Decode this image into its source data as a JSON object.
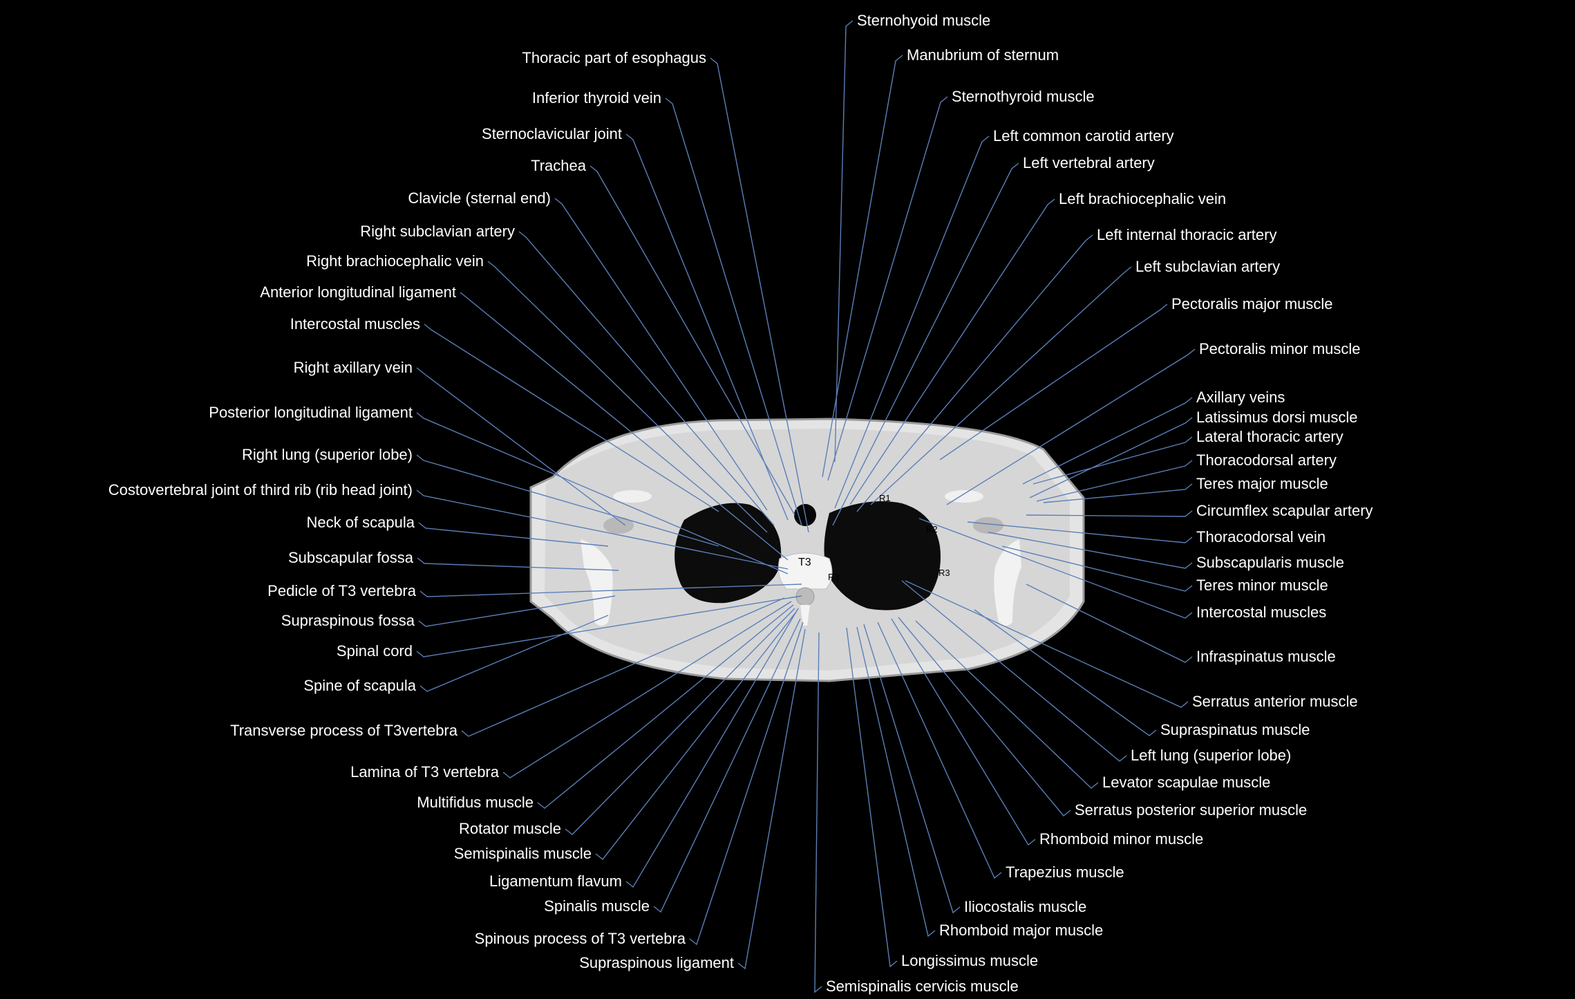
{
  "vertebra_marker": "T3",
  "rib_markers": [
    "R1",
    "R2",
    "R3",
    "R3"
  ],
  "colors": {
    "background": "#000000",
    "leader_line": "#5b7fb8",
    "label_text": "#ffffff"
  },
  "labels": [
    {
      "text": "Sternohyoid muscle",
      "side": "top"
    },
    {
      "text": "Manubrium of sternum",
      "side": "top"
    },
    {
      "text": "Thoracic part of esophagus",
      "side": "left"
    },
    {
      "text": "Inferior thyroid vein",
      "side": "left"
    },
    {
      "text": "Sternoclavicular joint",
      "side": "left"
    },
    {
      "text": "Trachea",
      "side": "left"
    },
    {
      "text": "Clavicle (sternal end)",
      "side": "left"
    },
    {
      "text": "Right subclavian artery",
      "side": "left"
    },
    {
      "text": "Right brachiocephalic vein",
      "side": "left"
    },
    {
      "text": "Anterior longitudinal ligament",
      "side": "left"
    },
    {
      "text": "Intercostal muscles",
      "side": "left"
    },
    {
      "text": "Right axillary vein",
      "side": "left"
    },
    {
      "text": "Posterior longitudinal ligament",
      "side": "left"
    },
    {
      "text": "Right lung (superior lobe)",
      "side": "left"
    },
    {
      "text": "Costovertebral joint of third rib (rib head joint)",
      "side": "left"
    },
    {
      "text": "Neck of scapula",
      "side": "left"
    },
    {
      "text": "Subscapular fossa",
      "side": "left"
    },
    {
      "text": "Pedicle of T3 vertebra",
      "side": "left"
    },
    {
      "text": "Supraspinous fossa",
      "side": "left"
    },
    {
      "text": "Spinal cord",
      "side": "left"
    },
    {
      "text": "Spine of scapula",
      "side": "left"
    },
    {
      "text": "Transverse process of T3vertebra",
      "side": "left"
    },
    {
      "text": "Lamina of T3 vertebra",
      "side": "left"
    },
    {
      "text": "Multifidus muscle",
      "side": "left"
    },
    {
      "text": "Rotator muscle",
      "side": "left"
    },
    {
      "text": "Semispinalis muscle",
      "side": "left"
    },
    {
      "text": "Ligamentum flavum",
      "side": "left"
    },
    {
      "text": "Spinalis muscle",
      "side": "left"
    },
    {
      "text": "Spinous process of T3 vertebra",
      "side": "left"
    },
    {
      "text": "Supraspinous ligament",
      "side": "left"
    },
    {
      "text": "Sternothyroid muscle",
      "side": "right"
    },
    {
      "text": "Left common carotid artery",
      "side": "right"
    },
    {
      "text": "Left vertebral artery",
      "side": "right"
    },
    {
      "text": "Left brachiocephalic vein",
      "side": "right"
    },
    {
      "text": "Left internal thoracic artery",
      "side": "right"
    },
    {
      "text": "Left subclavian artery",
      "side": "right"
    },
    {
      "text": "Pectoralis major muscle",
      "side": "right"
    },
    {
      "text": "Pectoralis minor muscle",
      "side": "right"
    },
    {
      "text": "Axillary veins",
      "side": "right"
    },
    {
      "text": "Latissimus dorsi muscle",
      "side": "right"
    },
    {
      "text": "Lateral thoracic artery",
      "side": "right"
    },
    {
      "text": "Thoracodorsal artery",
      "side": "right"
    },
    {
      "text": "Teres major muscle",
      "side": "right"
    },
    {
      "text": "Circumflex scapular artery",
      "side": "right"
    },
    {
      "text": "Thoracodorsal vein",
      "side": "right"
    },
    {
      "text": "Subscapularis muscle",
      "side": "right"
    },
    {
      "text": "Teres minor muscle",
      "side": "right"
    },
    {
      "text": "Intercostal muscles",
      "side": "right"
    },
    {
      "text": "Infraspinatus muscle",
      "side": "right"
    },
    {
      "text": "Serratus anterior muscle",
      "side": "right"
    },
    {
      "text": "Supraspinatus muscle",
      "side": "right"
    },
    {
      "text": "Left lung (superior lobe)",
      "side": "right"
    },
    {
      "text": "Levator scapulae muscle",
      "side": "right"
    },
    {
      "text": "Serratus posterior superior muscle",
      "side": "right"
    },
    {
      "text": "Rhomboid minor muscle",
      "side": "right"
    },
    {
      "text": "Trapezius muscle",
      "side": "right"
    },
    {
      "text": "Iliocostalis muscle",
      "side": "right"
    },
    {
      "text": "Rhomboid major muscle",
      "side": "right"
    },
    {
      "text": "Longissimus muscle",
      "side": "right"
    },
    {
      "text": "Semispinalis cervicis muscle",
      "side": "right"
    }
  ]
}
